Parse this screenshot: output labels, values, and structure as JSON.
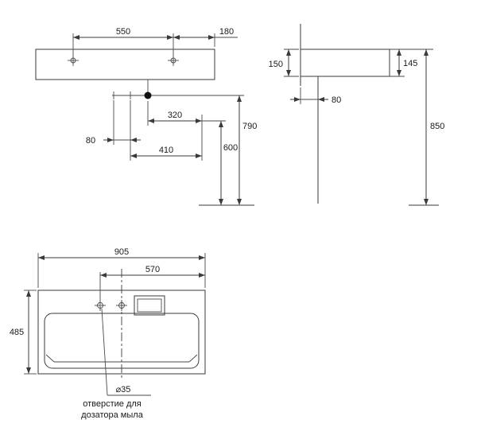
{
  "colors": {
    "background": "#ffffff",
    "line": "#3a3a3a",
    "text": "#1a1a1a"
  },
  "front_view": {
    "label_550": "550",
    "label_180": "180",
    "label_320": "320",
    "label_80": "80",
    "label_410": "410",
    "label_600": "600",
    "label_790": "790"
  },
  "side_view": {
    "label_150": "150",
    "label_145": "145",
    "label_80": "80",
    "label_850": "850"
  },
  "plan_view": {
    "label_905": "905",
    "label_570": "570",
    "label_485": "485",
    "label_d35": "⌀35",
    "note_line1": "отверстие для",
    "note_line2": "дозатора мыла"
  }
}
